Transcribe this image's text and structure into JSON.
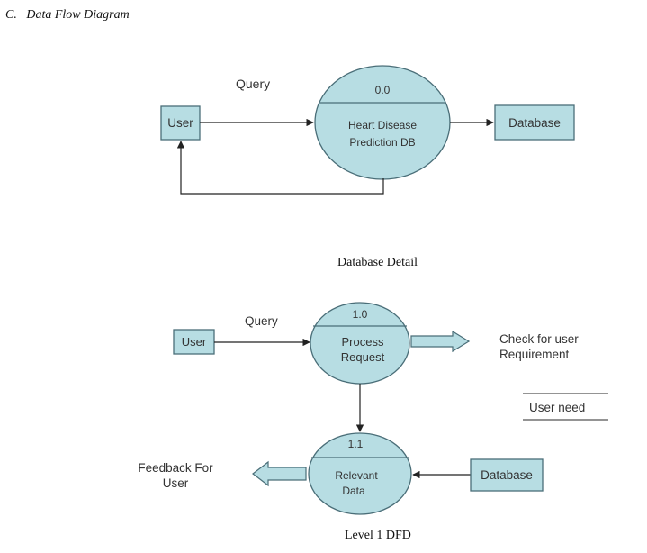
{
  "heading": {
    "label": "C.",
    "title": "Data Flow Diagram"
  },
  "context_diagram": {
    "flow_label": "Query",
    "user": "User",
    "process_id": "0.0",
    "process_line1": "Heart Disease",
    "process_line2": "Prediction DB",
    "store": "Database",
    "caption": "Database Detail"
  },
  "level1_diagram": {
    "flow_label": "Query",
    "user": "User",
    "process1_id": "1.0",
    "process1_line1": "Process",
    "process1_line2": "Request",
    "output_line1": "Check for user",
    "output_line2": "Requirement",
    "data_store": "User need",
    "process2_id": "1.1",
    "process2_line1": "Relevant",
    "process2_line2": "Data",
    "source": "Database",
    "feedback_line1": "Feedback For",
    "feedback_line2": "User",
    "caption": "Level 1 DFD"
  },
  "colors": {
    "fill": "#b7dde3",
    "stroke": "#4a6e78",
    "line": "#222222"
  }
}
